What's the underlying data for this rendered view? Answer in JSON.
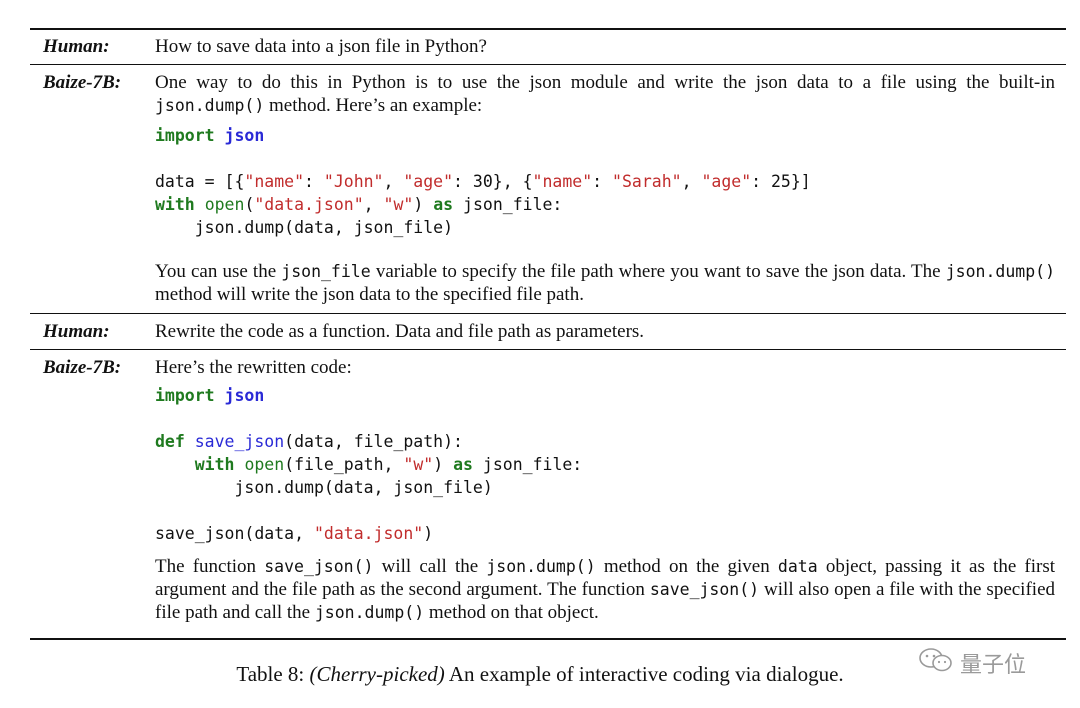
{
  "table": {
    "turns": [
      {
        "speaker": "Human:",
        "text": "How to save data into a json file in Python?"
      },
      {
        "speaker": "Baize-7B:",
        "intro_before_code": "One way to do this in Python is to use the json module and write the json data to a file using the built-in",
        "intro_code": "json.dump()",
        "intro_after_code": "method. Here’s an example:",
        "code": {
          "line1_kw": "import",
          "line1_mod": "json",
          "line2": "data = [{",
          "s_name": "\"name\"",
          "s_john": "\"John\"",
          "s_age": "\"age\"",
          "n30": "30",
          "s_sarah": "\"Sarah\"",
          "n25": "25",
          "with_kw": "with",
          "open_fn": "open",
          "s_datajson": "\"data.json\"",
          "s_w": "\"w\"",
          "as_kw": "as",
          "json_file": "json_file:",
          "dump_line": "json.dump(data, json_file)"
        },
        "outro_1": "You can use the",
        "outro_code1": "json_file",
        "outro_2": "variable to specify the file path where you want to save the json data.  The",
        "outro_code2": "json.dump()",
        "outro_3": "method will write the json data to the specified file path."
      },
      {
        "speaker": "Human:",
        "text": "Rewrite the code as a function. Data and file path as parameters."
      },
      {
        "speaker": "Baize-7B:",
        "intro": "Here’s the rewritten code:",
        "code": {
          "import_kw": "import",
          "import_mod": "json",
          "def_kw": "def",
          "fn_name": "save_json",
          "params": "(data, file_path):",
          "with_kw": "with",
          "open_fn": "open",
          "open_args": "(file_path, ",
          "s_w": "\"w\"",
          "as_kw": "as",
          "json_file": "json_file:",
          "dump_line": "json.dump(data, json_file)",
          "call_pre": "save_json(data, ",
          "s_datajson": "\"data.json\"",
          "call_post": ")"
        },
        "outro_a": "The function",
        "outro_c1": "save_json()",
        "outro_b": "will call the",
        "outro_c2": "json.dump()",
        "outro_c": "method on the given",
        "outro_c3": "data",
        "outro_d": "object, passing it as the first argument and the file path as the second argument. The function",
        "outro_c4": "save_json()",
        "outro_e": "will also open a file with the specified file path and call the",
        "outro_c5": "json.dump()",
        "outro_f": "method on that object."
      }
    ]
  },
  "caption": {
    "label": "Table 8:",
    "italic": "(Cherry-picked)",
    "rest": "An example of interactive coding via dialogue."
  },
  "watermark": {
    "text": "量子位",
    "icon": "wechat-icon"
  },
  "colors": {
    "keyword": "#1f7a1f",
    "module": "#2a2ad6",
    "string": "#c12c2c"
  }
}
